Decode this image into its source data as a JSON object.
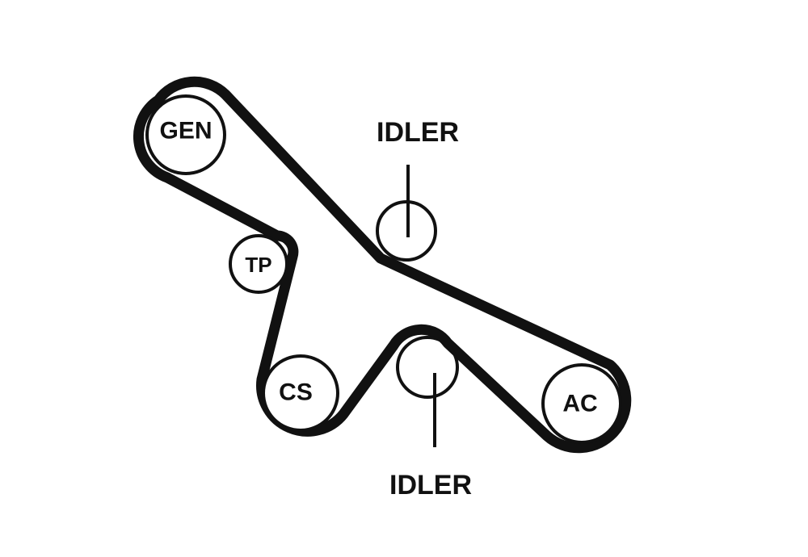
{
  "diagram": {
    "pulleys": {
      "gen": "GEN",
      "tp": "TP",
      "cs": "CS",
      "ac": "AC"
    },
    "callouts": {
      "idler_top": "IDLER",
      "idler_bottom": "IDLER"
    },
    "colors": {
      "line": "#111111",
      "background": "#ffffff"
    }
  }
}
